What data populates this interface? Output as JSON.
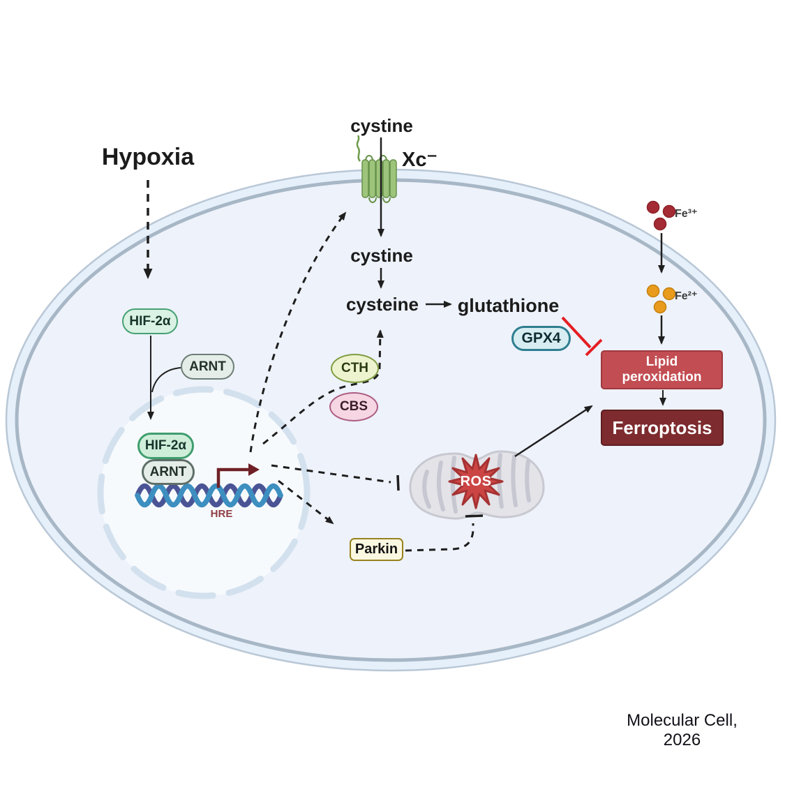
{
  "labels": {
    "hypoxia": "Hypoxia",
    "cystine_extracellular": "cystine",
    "transporter_xc": "Xc⁻",
    "cystine_intracellular": "cystine",
    "cysteine": "cysteine",
    "glutathione": "glutathione",
    "hre": "HRE",
    "ros": "ROS",
    "fe3": "Fe³⁺",
    "fe2": "Fe²⁺",
    "citation": "Molecular Cell, 2026"
  },
  "nodes": {
    "hif2a_cytoplasm": "HIF-2α",
    "arnt_cytoplasm": "ARNT",
    "hif2a_nucleus": "HIF-2α",
    "arnt_nucleus": "ARNT",
    "gpx4": "GPX4",
    "cth": "CTH",
    "cbs": "CBS",
    "parkin": "Parkin",
    "lipid_peroxidation": "Lipid peroxidation",
    "ferroptosis": "Ferroptosis"
  },
  "colors": {
    "cell_fill": "#eef2fa",
    "membrane_band": "#e6f0fa",
    "membrane_stroke": "#a7b7c6",
    "nucleus_stroke": "#d3e1ee",
    "hif_green": "#46a173",
    "gpx4_teal": "#2e7e90",
    "cth_olive": "#7f9c41",
    "cbs_pink": "#ad5c83",
    "parkin_gold": "#97831f",
    "lipid_red": "#c24d52",
    "ferroptosis_maroon": "#7d2b2e",
    "ros_red": "#cc4545",
    "fe3_dark_red": "#a42b33",
    "fe2_orange": "#e89b1d",
    "inhibition_red": "#e41e24",
    "hre_dark_red": "#6e2026",
    "dna_blue": "#3d8fc0",
    "dna_indigo": "#4a5495"
  }
}
